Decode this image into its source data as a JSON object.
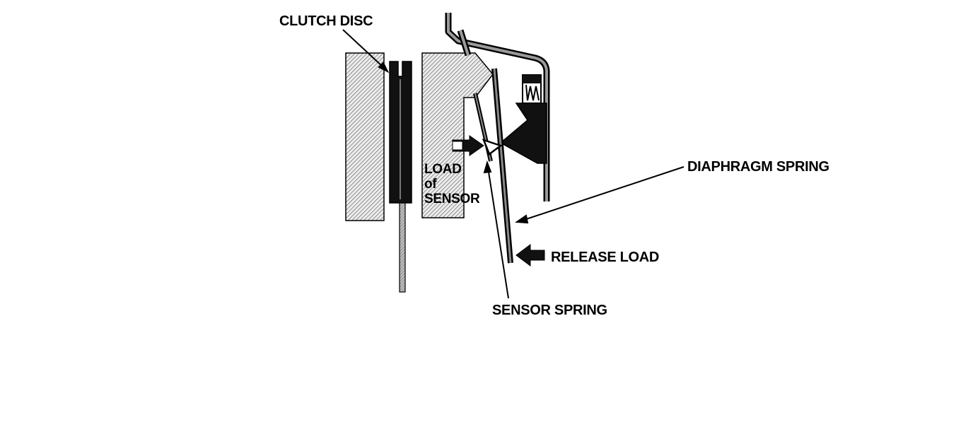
{
  "labels": {
    "clutch_disc": "CLUTCH DISC",
    "load_of_sensor": [
      "LOAD",
      "of",
      "SENSOR"
    ],
    "diaphragm_spring": "DIAPHRAGM SPRING",
    "release_load": "RELEASE LOAD",
    "sensor_spring": "SENSOR SPRING"
  },
  "colors": {
    "ink": "#000000",
    "hatch_bg": "#e6e6e6",
    "disc": "#111111",
    "shaft": "#9a9a9a"
  }
}
